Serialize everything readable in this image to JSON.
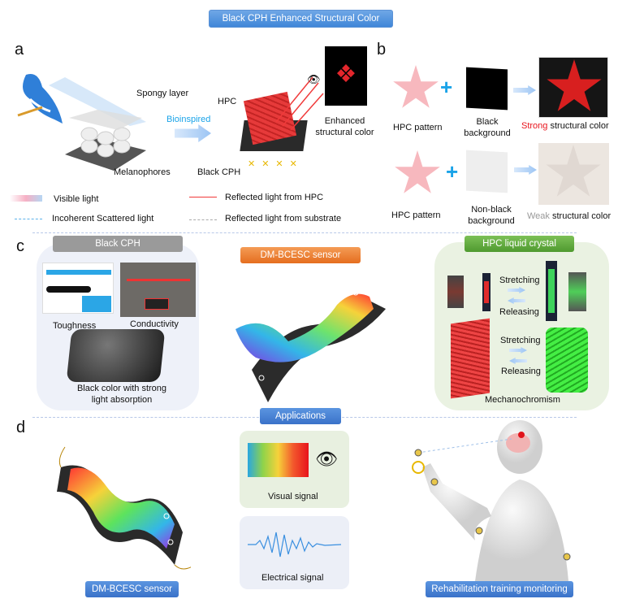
{
  "title": "Black CPH Enhanced Structural Color",
  "panel_a": {
    "letter": "a",
    "spongy": "Spongy layer",
    "melanophores": "Melanophores",
    "bioinspired": "Bioinspired",
    "hpc": "HPC",
    "black_cph": "Black CPH",
    "enhanced": "Enhanced structural color",
    "legend": {
      "visible": "Visible light",
      "incoherent": "Incoherent Scattered light",
      "reflected_hpc": "Reflected light from HPC",
      "reflected_substrate": "Reflected light from substrate"
    }
  },
  "panel_b": {
    "letter": "b",
    "hpc_pattern_1": "HPC pattern",
    "black_bg": "Black background",
    "strong_word": "Strong",
    "strong_rest": " structural color",
    "hpc_pattern_2": "HPC pattern",
    "nonblack_bg": "Non-black background",
    "weak_word": "Weak",
    "weak_rest": " structural color"
  },
  "panel_c": {
    "letter": "c",
    "black_cph": "Black CPH",
    "sensor": "DM-BCESC sensor",
    "hpc_lc": "HPC liquid crystal",
    "toughness": "Toughness",
    "conductivity": "Conductivity",
    "black_color": "Black color with strong light absorption",
    "stretching_1": "Stretching",
    "releasing_1": "Releasing",
    "stretching_2": "Stretching",
    "releasing_2": "Releasing",
    "mechanochromism": "Mechanochromism"
  },
  "panel_d": {
    "letter": "d",
    "applications": "Applications",
    "visual": "Visual signal",
    "electrical": "Electrical signal",
    "sensor": "DM-BCESC sensor",
    "rehab": "Rehabilitation training monitoring"
  },
  "colors": {
    "blue_label": "#3b7fd6",
    "gray_label": "#9a9a9a",
    "orange_label": "#ee7a2c",
    "green_label": "#5daa3c",
    "strong": "#e8141c"
  }
}
